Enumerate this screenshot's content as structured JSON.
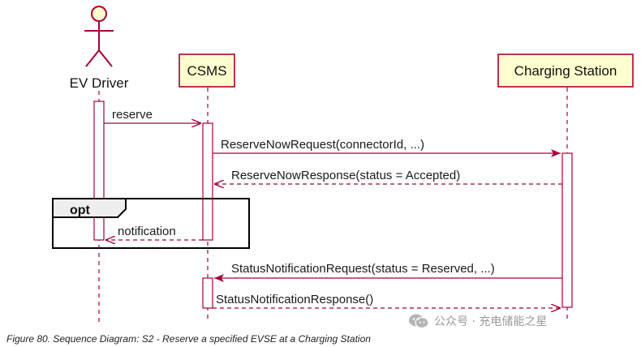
{
  "diagram": {
    "participants": {
      "ev_driver": "EV Driver",
      "csms": "CSMS",
      "charging_station": "Charging Station"
    },
    "messages": {
      "reserve": "reserve",
      "reserve_now_request": "ReserveNowRequest(connectorId, ...)",
      "reserve_now_response": "ReserveNowResponse(status = Accepted)",
      "notification": "notification",
      "status_notification_request": "StatusNotificationRequest(status = Reserved, ...)",
      "status_notification_response": "StatusNotificationResponse()"
    },
    "fragment": {
      "label": "opt"
    }
  },
  "caption": "Figure 80. Sequence Diagram: S2 - Reserve a specified EVSE at a Charging Station",
  "watermark": "公众号 · 充电储能之星",
  "colors": {
    "line": "#A80036",
    "box_fill": "#FEFECE",
    "activation_fill": "#FFFFFF"
  }
}
